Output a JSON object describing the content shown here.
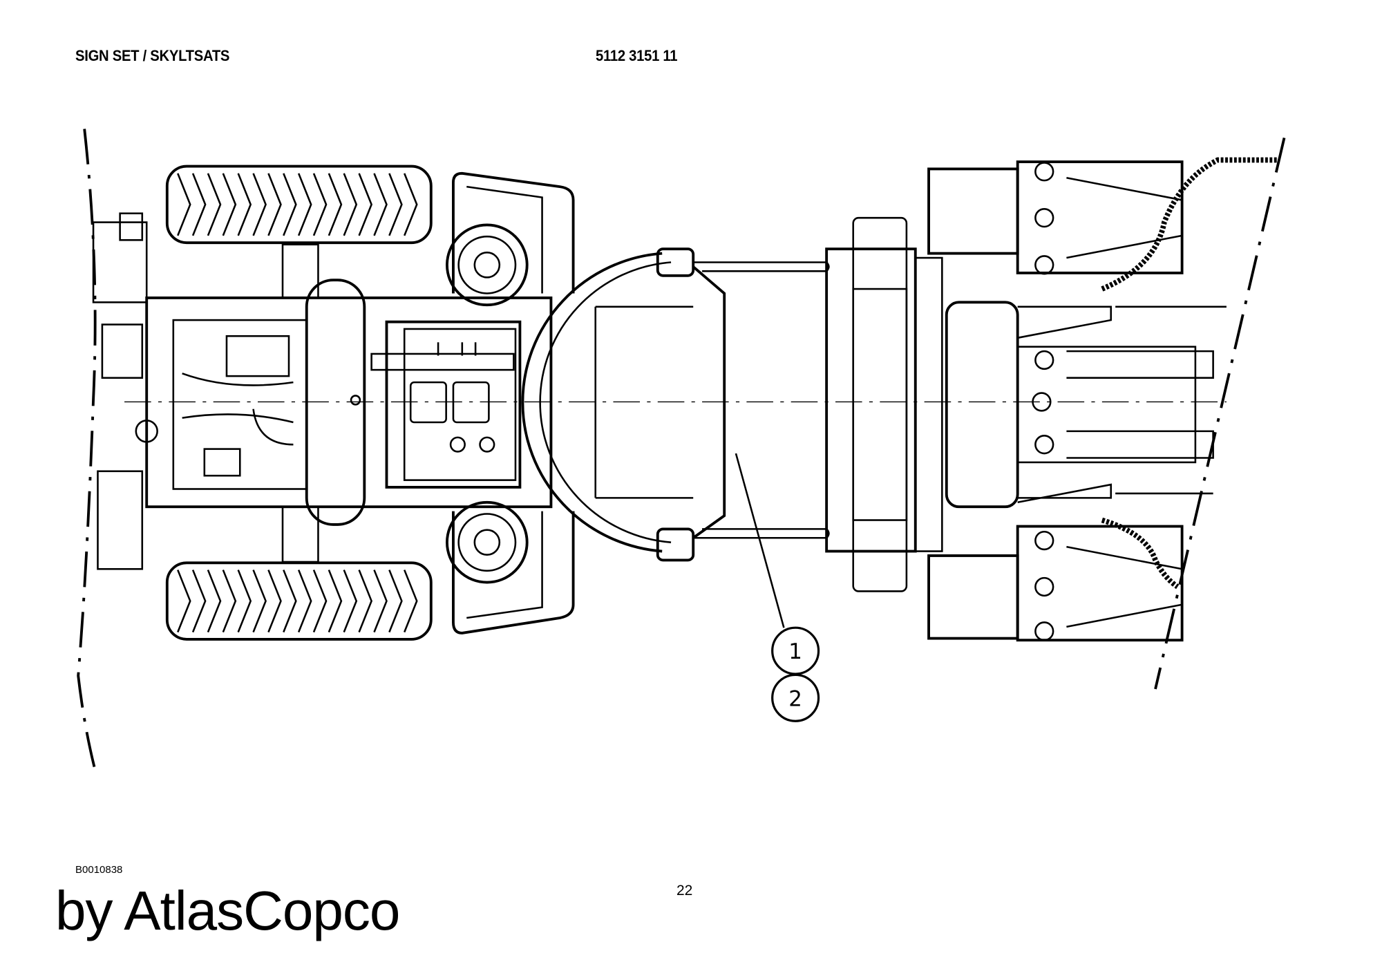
{
  "header": {
    "title": "SIGN SET / SKYLTSATS",
    "part_number": "5112 3151 11"
  },
  "drawing": {
    "callouts": [
      "1",
      "2"
    ]
  },
  "footer": {
    "figure_id": "B0010838",
    "brand": "by AtlasCopco",
    "page_number": "22"
  }
}
